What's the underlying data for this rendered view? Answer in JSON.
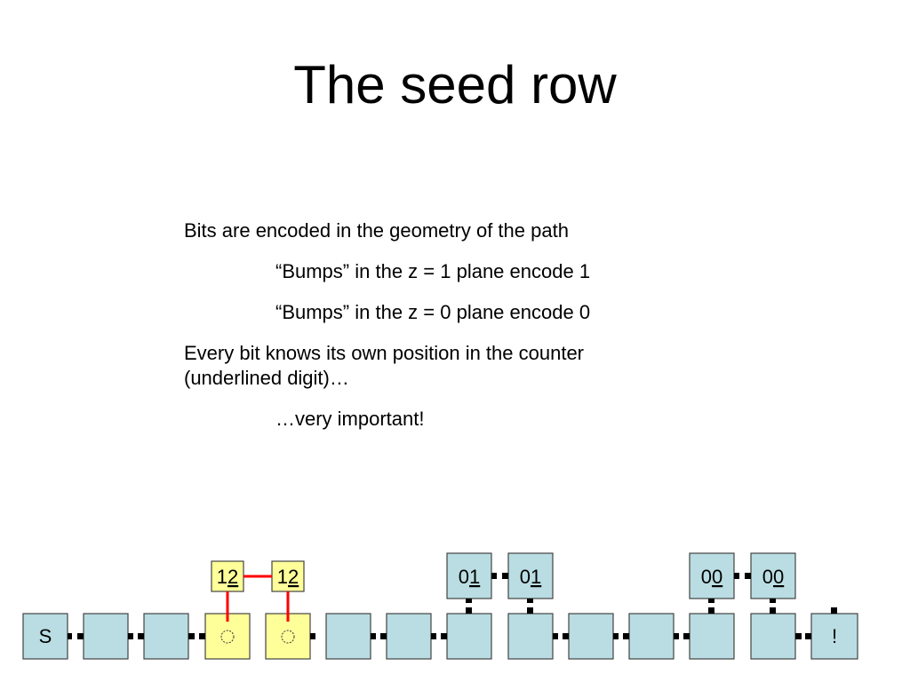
{
  "slide": {
    "title": "The seed row",
    "paragraphs": [
      "Bits are encoded in the geometry of the path",
      "“Bumps” in the z = 1 plane encode 1",
      "“Bumps” in the z = 0 plane encode 0",
      "Every bit knows its own position in the counter (underlined digit)…",
      "…very important!"
    ]
  },
  "diagram": {
    "start_label": "S",
    "end_label": "!",
    "upper_tiles": [
      {
        "lead": "1",
        "underlined": "2",
        "color": "#ffff99"
      },
      {
        "lead": "1",
        "underlined": "2",
        "color": "#ffff99"
      },
      {
        "lead": "0",
        "underlined": "1",
        "color": "#b9dde2"
      },
      {
        "lead": "0",
        "underlined": "1",
        "color": "#b9dde2"
      },
      {
        "lead": "0",
        "underlined": "0",
        "color": "#b9dde2"
      },
      {
        "lead": "0",
        "underlined": "0",
        "color": "#b9dde2"
      }
    ]
  }
}
